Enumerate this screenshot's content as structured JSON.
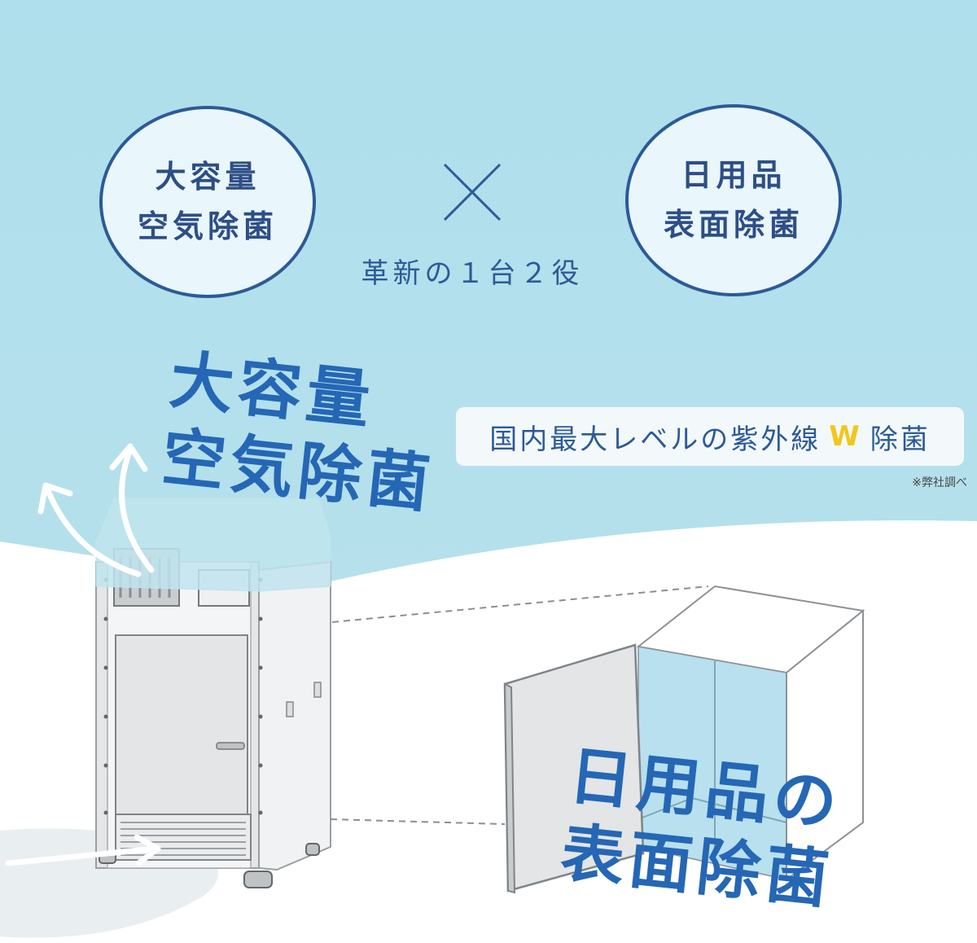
{
  "circles": {
    "left": {
      "line1": "大容量",
      "line2": "空気除菌"
    },
    "right": {
      "line1": "日用品",
      "line2": "表面除菌"
    }
  },
  "tagline": "革新の１台２役",
  "headline_air": {
    "line1": "大容量",
    "line2": "空気除菌"
  },
  "badge": {
    "before": "国内最大レベルの紫外線",
    "highlight": "W",
    "after": "除菌"
  },
  "footnote": "※弊社調べ",
  "headline_surface": {
    "line1": "日用品の",
    "line2": "表面除菌"
  },
  "colors": {
    "sky": "#b2e0ed",
    "navy": "#2d5a96",
    "accent_blue": "#2567b5",
    "yellow": "#f2c61c",
    "inner_blue": "#b8e0ee"
  }
}
